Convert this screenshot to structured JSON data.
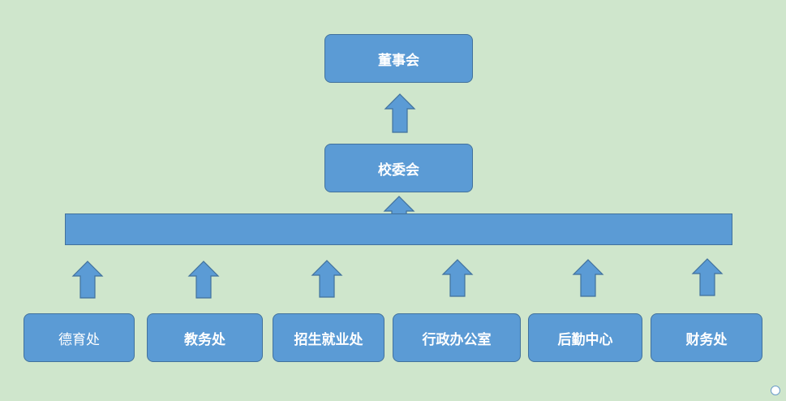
{
  "top": {
    "label": "董事会"
  },
  "middle": {
    "label": "校委会"
  },
  "departments": [
    {
      "label": "德育处"
    },
    {
      "label": "教务处"
    },
    {
      "label": "招生就业处"
    },
    {
      "label": "行政办公室"
    },
    {
      "label": "后勤中心"
    },
    {
      "label": "财务处"
    }
  ],
  "colors": {
    "background": "#cfe6cc",
    "box_fill": "#5b9bd5",
    "box_border": "#41719c",
    "text": "#ffffff"
  },
  "icons": [
    "up-arrow-icon",
    "corner-logo-icon"
  ]
}
